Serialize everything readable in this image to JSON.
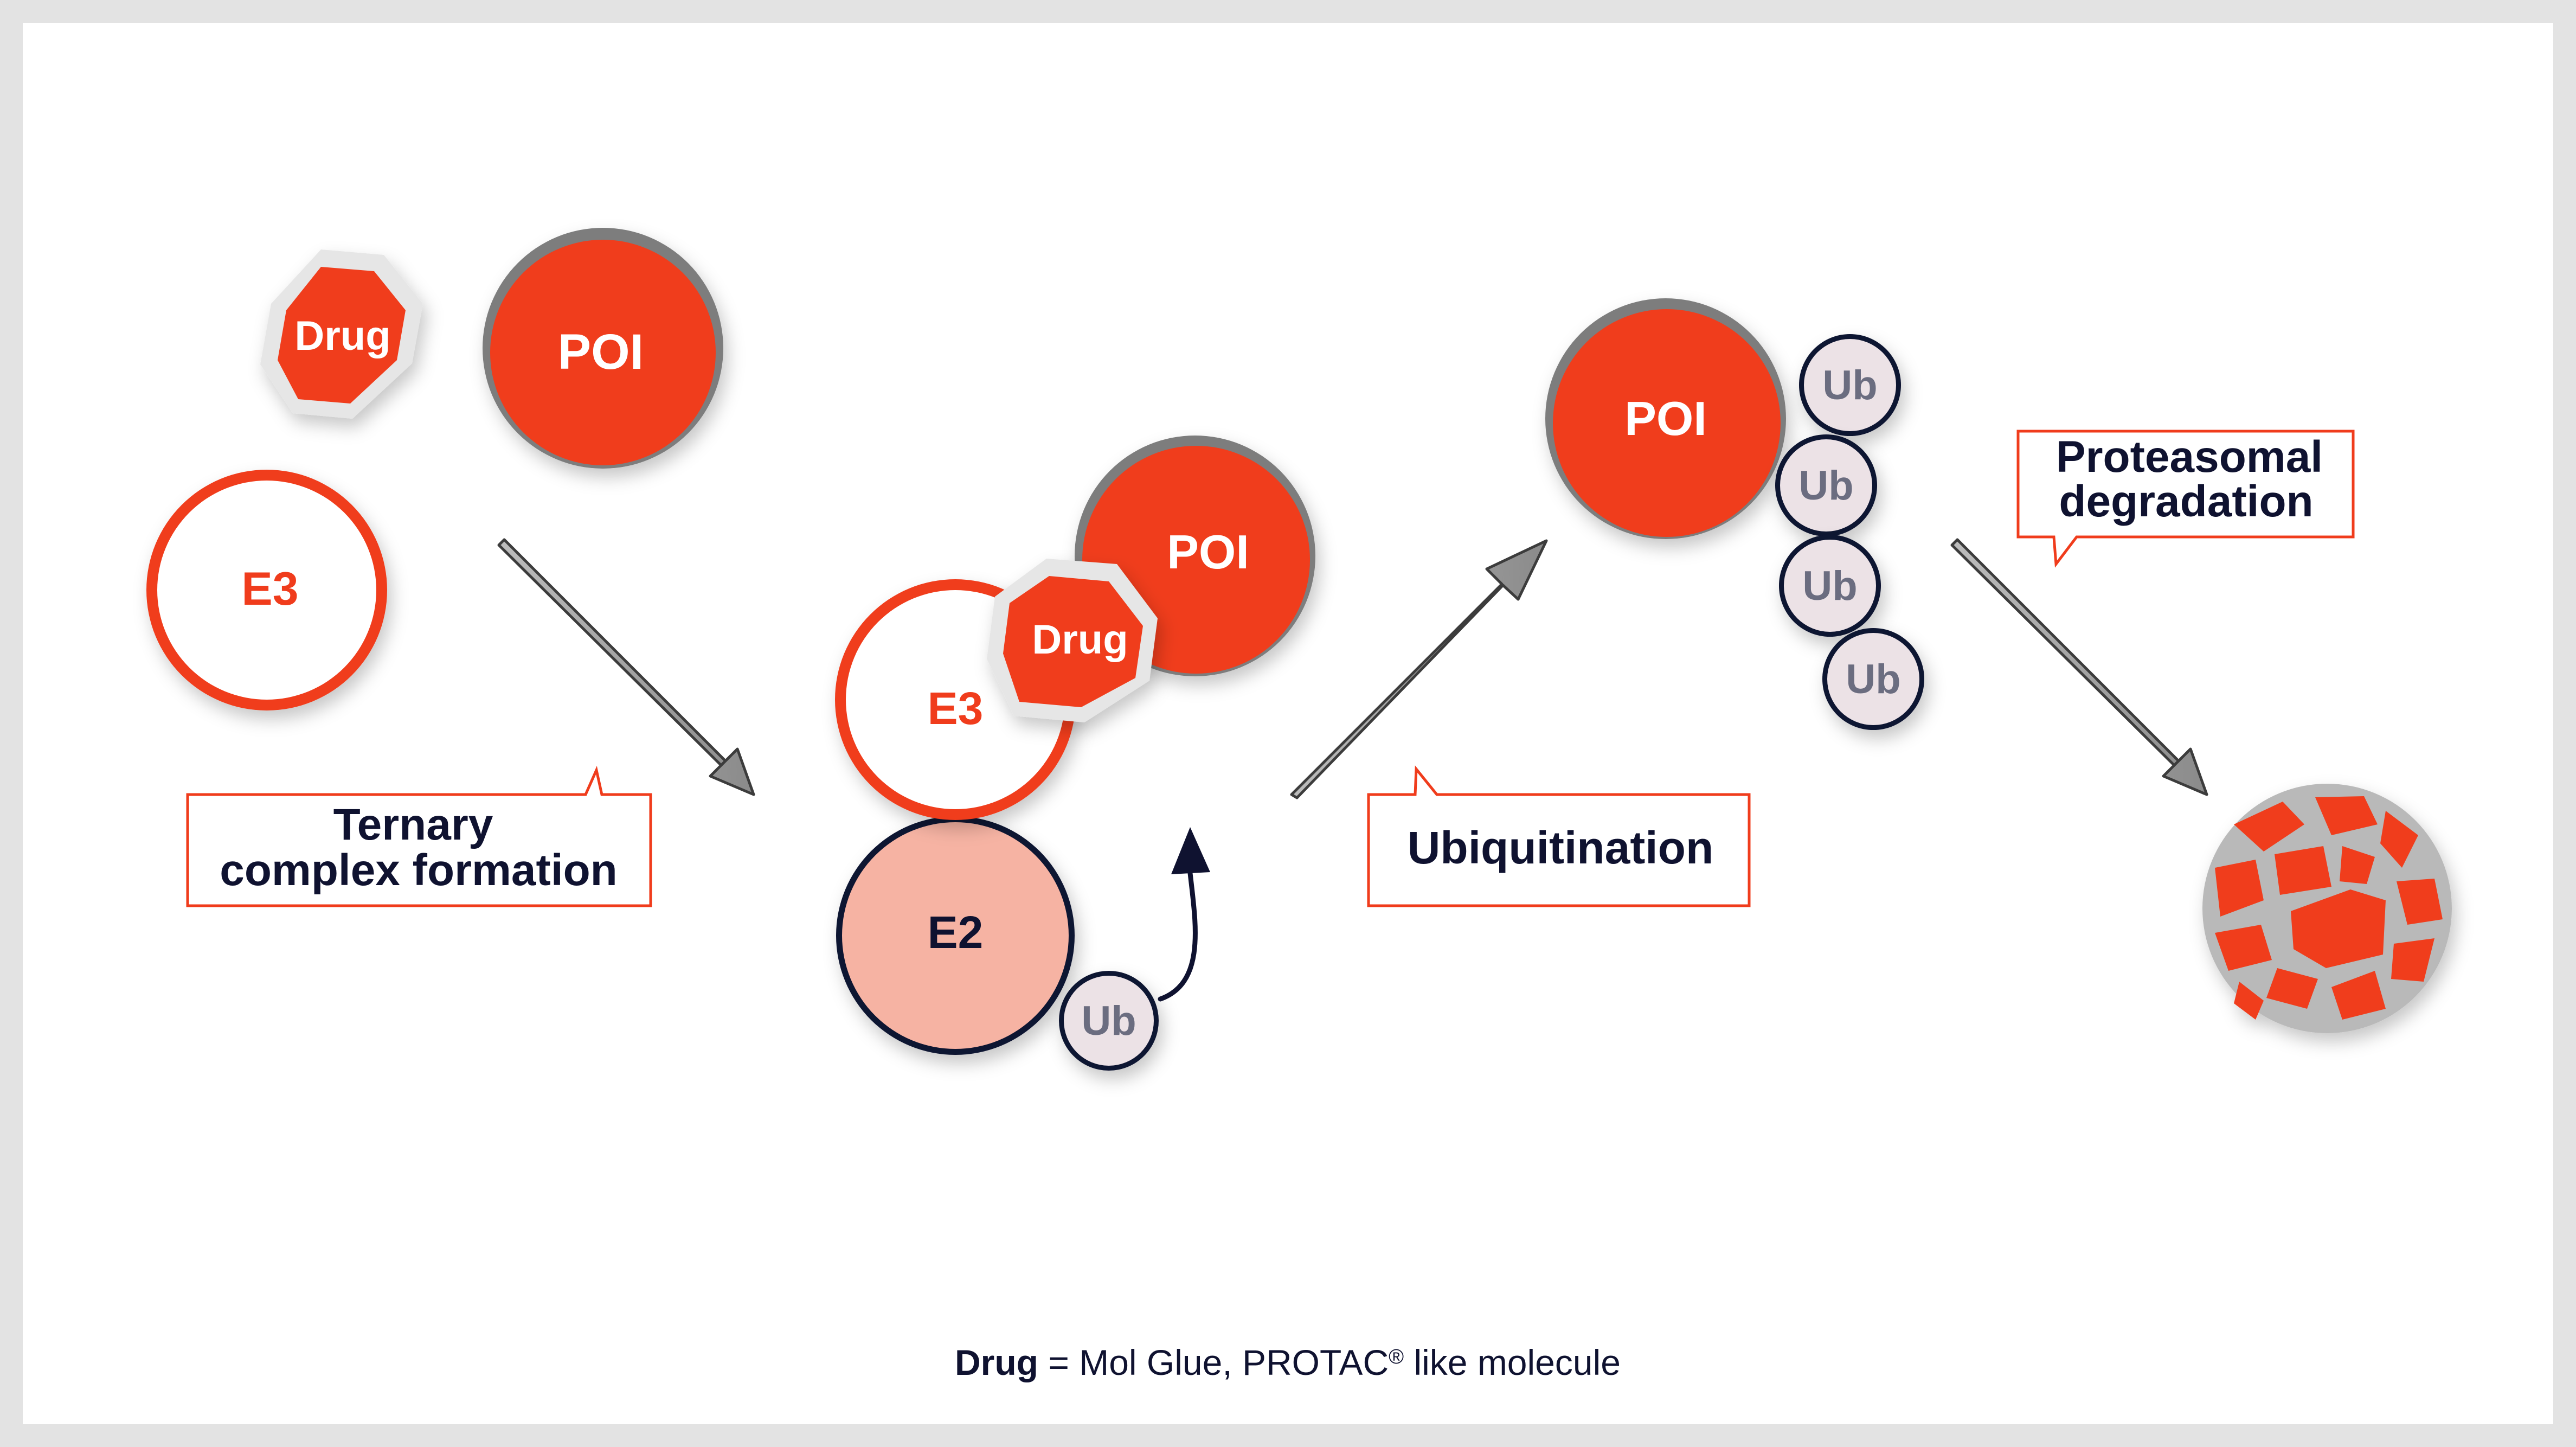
{
  "colors": {
    "background": "#e3e3e3",
    "card": "#ffffff",
    "accent": "#f03c1c",
    "accent_light": "#f6b3a3",
    "dark": "#0f1230",
    "ring_gray": "#7d7d7d",
    "ub_fill": "#ece2e6",
    "ub_text": "#6b6d80"
  },
  "stage1": {
    "drug_label": "Drug",
    "poi_label": "POI",
    "e3_label": "E3",
    "callout_line1": "Ternary",
    "callout_line2": "complex formation"
  },
  "stage2": {
    "poi_label": "POI",
    "drug_label": "Drug",
    "e3_label": "E3",
    "e2_label": "E2",
    "ub_label": "Ub"
  },
  "stage3": {
    "poi_label": "POI",
    "ub_labels": [
      "Ub",
      "Ub",
      "Ub",
      "Ub"
    ],
    "callout": "Ubiquitination"
  },
  "stage4": {
    "callout_line1": "Proteasomal",
    "callout_line2": "degradation",
    "proteasome_icon": "fragmented-sphere-icon"
  },
  "footer": {
    "term": "Drug",
    "definition": " = Mol Glue, PROTAC",
    "registered": "®",
    "suffix": " like molecule"
  }
}
